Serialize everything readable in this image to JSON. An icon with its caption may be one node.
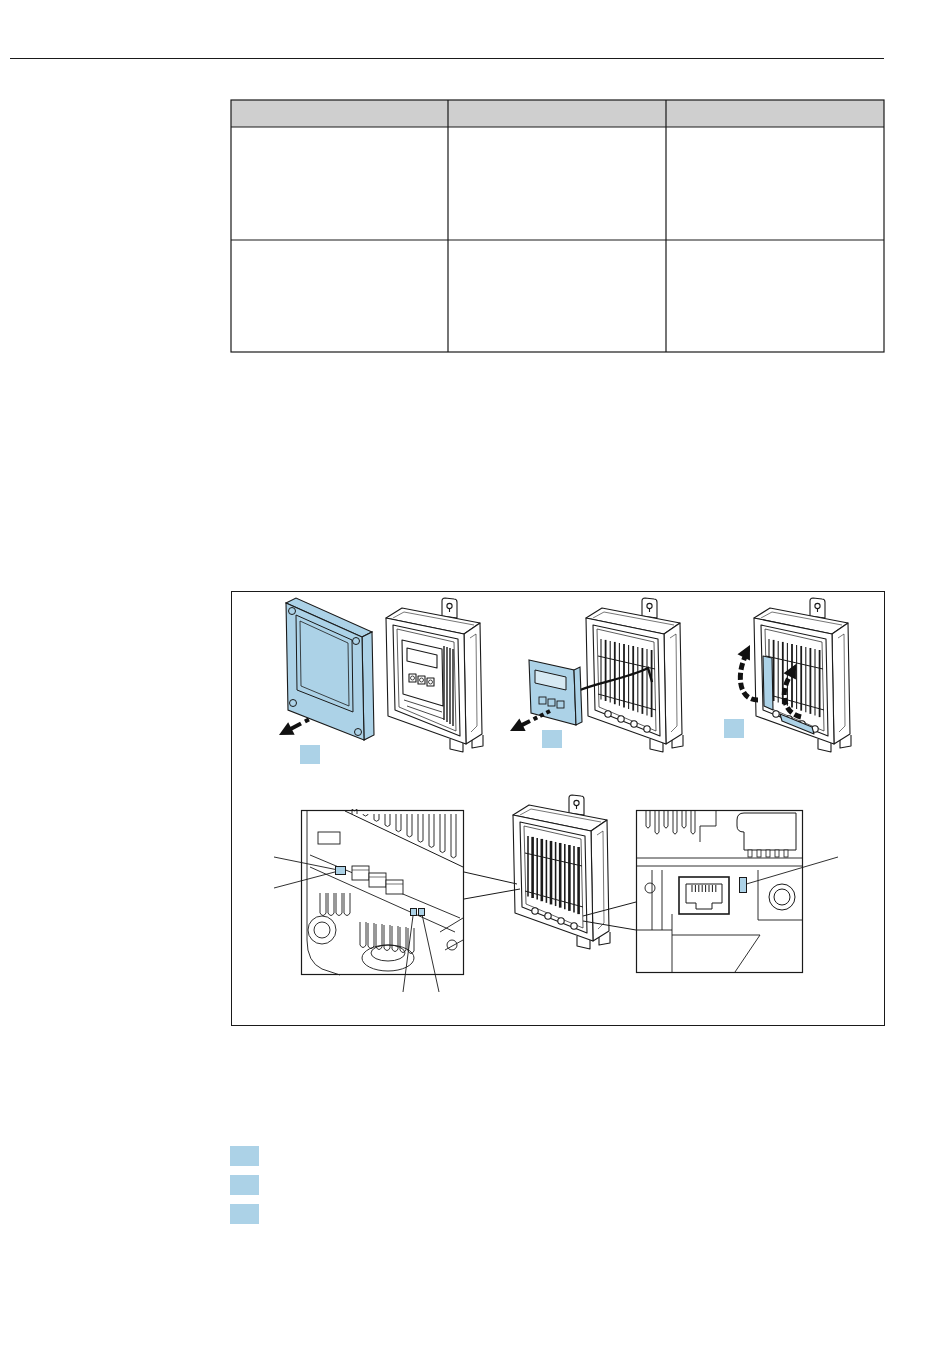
{
  "diagram": {
    "nodes": [
      {
        "text": [],
        "shape": "box"
      },
      {
        "text": [],
        "shape": "box"
      },
      {
        "text": [],
        "shape": "box"
      },
      {
        "text": [],
        "shape": "box"
      }
    ],
    "edges": [
      {
        "from": null,
        "to": 0,
        "arrow": "none"
      },
      {
        "from": null,
        "to": 0,
        "arrow": "none"
      },
      {
        "from": null,
        "to": 1,
        "arrow": "none"
      },
      {
        "from": null,
        "to": 2,
        "arrow": "none"
      },
      {
        "from": null,
        "to": 3,
        "arrow": "none"
      }
    ]
  }
}
